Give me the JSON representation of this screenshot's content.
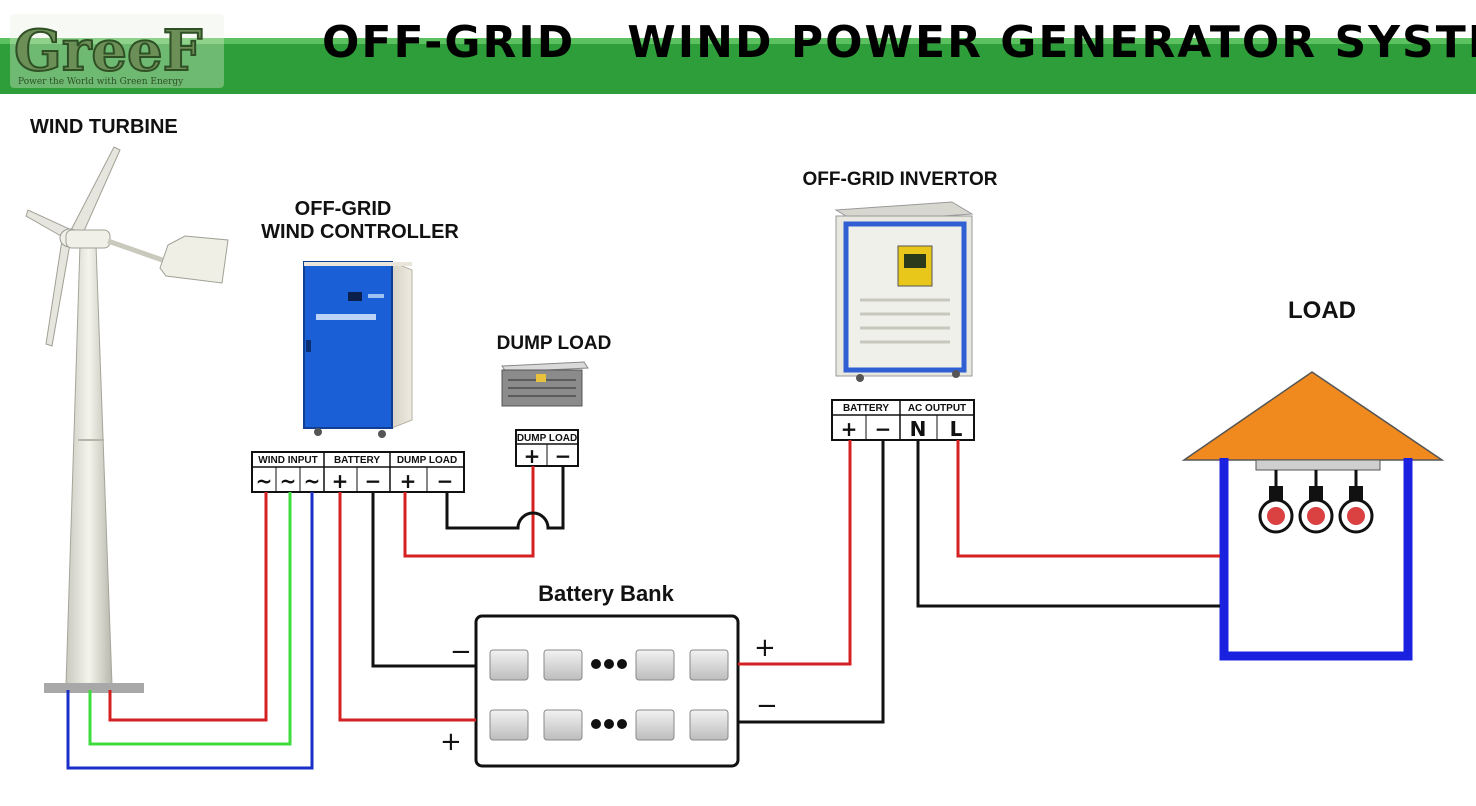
{
  "header": {
    "logo_text": "GreeF",
    "logo_tagline": "Power the World with Green Energy",
    "title": "OFF-GRID   WIND POWER GENERATOR SYSTEM",
    "band_color": "#2e9e3a"
  },
  "labels": {
    "wind_turbine": "WIND TURBINE",
    "controller_line1": "OFF-GRID",
    "controller_line2": "WIND CONTROLLER",
    "dump_load": "DUMP LOAD",
    "invertor": "OFF-GRID INVERTOR",
    "load": "LOAD",
    "battery_bank": "Battery Bank"
  },
  "controller_terminal": {
    "groups": [
      "WIND INPUT",
      "BATTERY",
      "DUMP LOAD"
    ],
    "symbols": [
      "~",
      "~",
      "~",
      "+",
      "−",
      "+",
      "−"
    ]
  },
  "dump_terminal": {
    "group": "DUMP LOAD",
    "symbols": [
      "+",
      "−"
    ]
  },
  "invertor_terminal": {
    "groups": [
      "BATTERY",
      "AC OUTPUT"
    ],
    "symbols": [
      "+",
      "−",
      "N",
      "L"
    ]
  },
  "battery_signs": {
    "left_minus": "−",
    "left_plus": "+",
    "right_plus": "+",
    "right_minus": "−"
  },
  "colors": {
    "red": "#d42020",
    "green": "#3ddc3d",
    "blue": "#1a2ec8",
    "black": "#111111",
    "roof": "#f08a1e",
    "house_wall": "#1a22e0",
    "controller_blue": "#1a5fd6"
  }
}
